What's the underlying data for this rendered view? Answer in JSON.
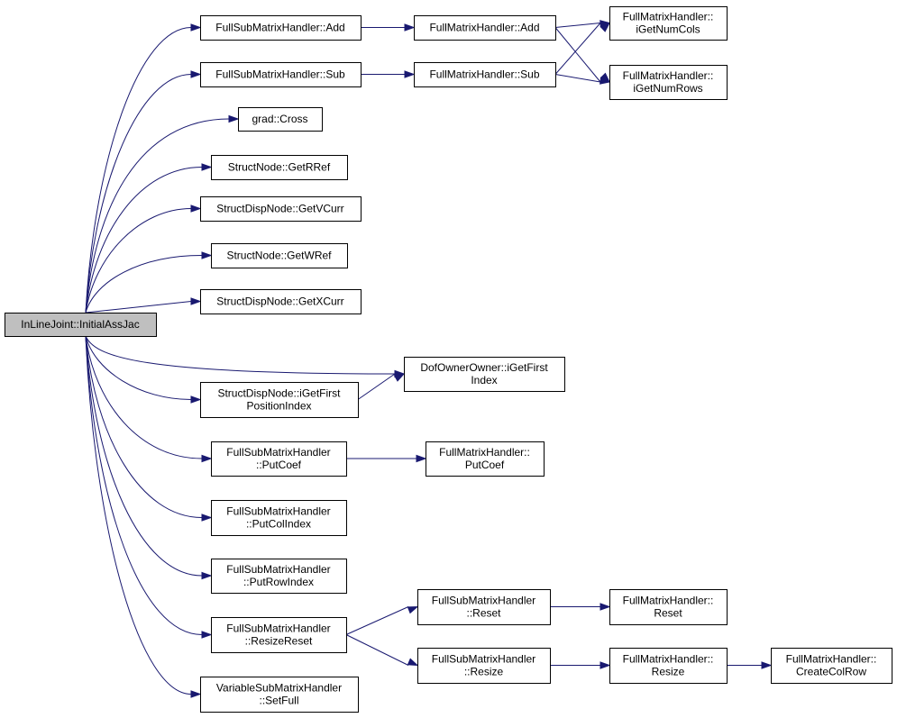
{
  "nodes": [
    {
      "id": "root",
      "lines": [
        "InLineJoint::InitialAssJac"
      ]
    },
    {
      "id": "fsmh_add",
      "lines": [
        "FullSubMatrixHandler::Add"
      ]
    },
    {
      "id": "fmh_add",
      "lines": [
        "FullMatrixHandler::Add"
      ]
    },
    {
      "id": "fmh_getnumcols",
      "lines": [
        "FullMatrixHandler::",
        "iGetNumCols"
      ]
    },
    {
      "id": "fsmh_sub",
      "lines": [
        "FullSubMatrixHandler::Sub"
      ]
    },
    {
      "id": "fmh_sub",
      "lines": [
        "FullMatrixHandler::Sub"
      ]
    },
    {
      "id": "fmh_getnumrows",
      "lines": [
        "FullMatrixHandler::",
        "iGetNumRows"
      ]
    },
    {
      "id": "grad_cross",
      "lines": [
        "grad::Cross"
      ]
    },
    {
      "id": "sn_getrref",
      "lines": [
        "StructNode::GetRRef"
      ]
    },
    {
      "id": "sdn_getvcurr",
      "lines": [
        "StructDispNode::GetVCurr"
      ]
    },
    {
      "id": "sn_getwref",
      "lines": [
        "StructNode::GetWRef"
      ]
    },
    {
      "id": "sdn_getxcurr",
      "lines": [
        "StructDispNode::GetXCurr"
      ]
    },
    {
      "id": "doo_getfirst",
      "lines": [
        "DofOwnerOwner::iGetFirst",
        "Index"
      ]
    },
    {
      "id": "sdn_getfirstpos",
      "lines": [
        "StructDispNode::iGetFirst",
        "PositionIndex"
      ]
    },
    {
      "id": "fsmh_putcoef",
      "lines": [
        "FullSubMatrixHandler",
        "::PutCoef"
      ]
    },
    {
      "id": "fmh_putcoef",
      "lines": [
        "FullMatrixHandler::",
        "PutCoef"
      ]
    },
    {
      "id": "fsmh_putcolindex",
      "lines": [
        "FullSubMatrixHandler",
        "::PutColIndex"
      ]
    },
    {
      "id": "fsmh_putrowindex",
      "lines": [
        "FullSubMatrixHandler",
        "::PutRowIndex"
      ]
    },
    {
      "id": "fsmh_resizereset",
      "lines": [
        "FullSubMatrixHandler",
        "::ResizeReset"
      ]
    },
    {
      "id": "fsmh_reset",
      "lines": [
        "FullSubMatrixHandler",
        "::Reset"
      ]
    },
    {
      "id": "fmh_reset",
      "lines": [
        "FullMatrixHandler::",
        "Reset"
      ]
    },
    {
      "id": "fsmh_resize",
      "lines": [
        "FullSubMatrixHandler",
        "::Resize"
      ]
    },
    {
      "id": "fmh_resize",
      "lines": [
        "FullMatrixHandler::",
        "Resize"
      ]
    },
    {
      "id": "fmh_createcolrow",
      "lines": [
        "FullMatrixHandler::",
        "CreateColRow"
      ]
    },
    {
      "id": "vsmh_setfull",
      "lines": [
        "VariableSubMatrixHandler",
        "::SetFull"
      ]
    }
  ],
  "edges": [
    {
      "from": "root",
      "to": "fsmh_add"
    },
    {
      "from": "root",
      "to": "fsmh_sub"
    },
    {
      "from": "root",
      "to": "grad_cross"
    },
    {
      "from": "root",
      "to": "sn_getrref"
    },
    {
      "from": "root",
      "to": "sdn_getvcurr"
    },
    {
      "from": "root",
      "to": "sn_getwref"
    },
    {
      "from": "root",
      "to": "sdn_getxcurr"
    },
    {
      "from": "root",
      "to": "doo_getfirst"
    },
    {
      "from": "root",
      "to": "sdn_getfirstpos"
    },
    {
      "from": "root",
      "to": "fsmh_putcoef"
    },
    {
      "from": "root",
      "to": "fsmh_putcolindex"
    },
    {
      "from": "root",
      "to": "fsmh_putrowindex"
    },
    {
      "from": "root",
      "to": "fsmh_resizereset"
    },
    {
      "from": "root",
      "to": "vsmh_setfull"
    },
    {
      "from": "fsmh_add",
      "to": "fmh_add"
    },
    {
      "from": "fmh_add",
      "to": "fmh_getnumcols"
    },
    {
      "from": "fmh_add",
      "to": "fmh_getnumrows"
    },
    {
      "from": "fsmh_sub",
      "to": "fmh_sub"
    },
    {
      "from": "fmh_sub",
      "to": "fmh_getnumcols"
    },
    {
      "from": "fmh_sub",
      "to": "fmh_getnumrows"
    },
    {
      "from": "sdn_getfirstpos",
      "to": "doo_getfirst"
    },
    {
      "from": "fsmh_putcoef",
      "to": "fmh_putcoef"
    },
    {
      "from": "fsmh_resizereset",
      "to": "fsmh_reset"
    },
    {
      "from": "fsmh_resizereset",
      "to": "fsmh_resize"
    },
    {
      "from": "fsmh_reset",
      "to": "fmh_reset"
    },
    {
      "from": "fsmh_resize",
      "to": "fmh_resize"
    },
    {
      "from": "fmh_resize",
      "to": "fmh_createcolrow"
    }
  ]
}
